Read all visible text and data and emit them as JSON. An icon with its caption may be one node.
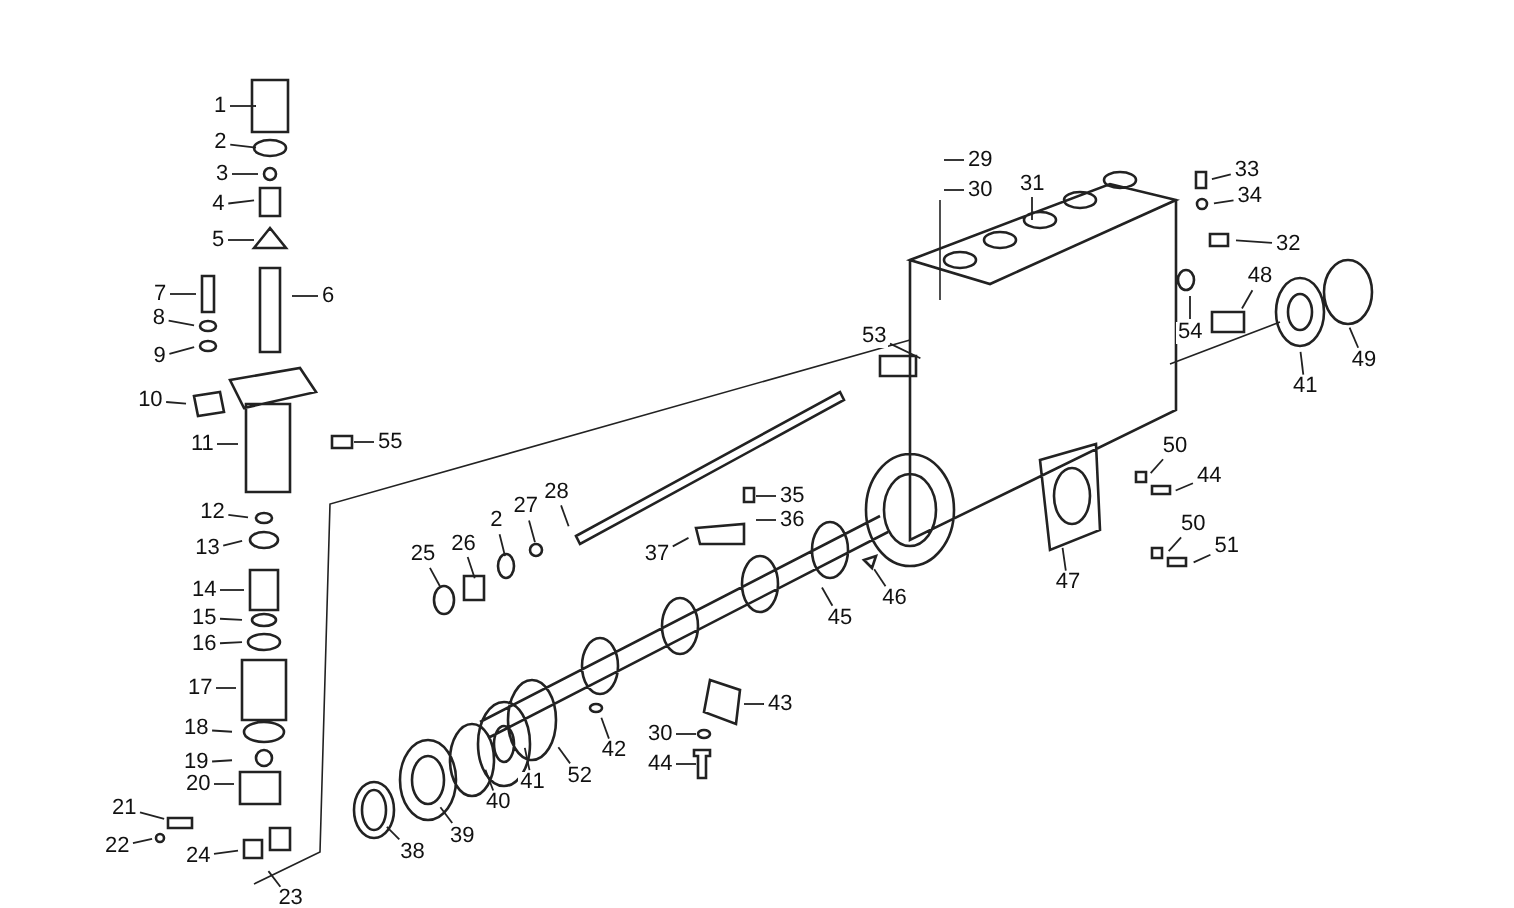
{
  "diagram": {
    "nodes": [
      {
        "text": [
          "1"
        ]
      },
      {
        "text": [
          "2"
        ]
      },
      {
        "text": [
          "3"
        ]
      },
      {
        "text": [
          "4"
        ]
      },
      {
        "text": [
          "5"
        ]
      },
      {
        "text": [
          "6"
        ]
      },
      {
        "text": [
          "7"
        ]
      },
      {
        "text": [
          "8"
        ]
      },
      {
        "text": [
          "9"
        ]
      },
      {
        "text": [
          "10"
        ]
      },
      {
        "text": [
          "11"
        ]
      },
      {
        "text": [
          "55"
        ]
      },
      {
        "text": [
          "12"
        ]
      },
      {
        "text": [
          "13"
        ]
      },
      {
        "text": [
          "14"
        ]
      },
      {
        "text": [
          "15"
        ]
      },
      {
        "text": [
          "16"
        ]
      },
      {
        "text": [
          "17"
        ]
      },
      {
        "text": [
          "18"
        ]
      },
      {
        "text": [
          "19"
        ]
      },
      {
        "text": [
          "20"
        ]
      },
      {
        "text": [
          "21"
        ]
      },
      {
        "text": [
          "22"
        ]
      },
      {
        "text": [
          "24"
        ]
      },
      {
        "text": [
          "23"
        ]
      },
      {
        "text": [
          "29"
        ]
      },
      {
        "text": [
          "30"
        ]
      },
      {
        "text": [
          "31"
        ]
      },
      {
        "text": [
          "33"
        ]
      },
      {
        "text": [
          "34"
        ]
      },
      {
        "text": [
          "32"
        ]
      },
      {
        "text": [
          "48"
        ]
      },
      {
        "text": [
          "53"
        ]
      },
      {
        "text": [
          "54"
        ]
      },
      {
        "text": [
          "41"
        ]
      },
      {
        "text": [
          "49"
        ]
      },
      {
        "text": [
          "28"
        ]
      },
      {
        "text": [
          "35"
        ]
      },
      {
        "text": [
          "36"
        ]
      },
      {
        "text": [
          "25"
        ]
      },
      {
        "text": [
          "26"
        ]
      },
      {
        "text": [
          "2"
        ]
      },
      {
        "text": [
          "27"
        ]
      },
      {
        "text": [
          "37"
        ]
      },
      {
        "text": [
          "50"
        ]
      },
      {
        "text": [
          "44"
        ]
      },
      {
        "text": [
          "46"
        ]
      },
      {
        "text": [
          "47"
        ]
      },
      {
        "text": [
          "45"
        ]
      },
      {
        "text": [
          "50"
        ]
      },
      {
        "text": [
          "51"
        ]
      },
      {
        "text": [
          "42"
        ]
      },
      {
        "text": [
          "43"
        ]
      },
      {
        "text": [
          "30"
        ]
      },
      {
        "text": [
          "44"
        ]
      },
      {
        "text": [
          "52"
        ]
      },
      {
        "text": [
          "41"
        ]
      },
      {
        "text": [
          "40"
        ]
      },
      {
        "text": [
          "39"
        ]
      },
      {
        "text": [
          "38"
        ]
      }
    ],
    "edges": [
      {
        "from": 0,
        "to": null,
        "arrow": "none"
      },
      {
        "from": 1,
        "to": null,
        "arrow": "none"
      },
      {
        "from": 2,
        "to": null,
        "arrow": "none"
      },
      {
        "from": 3,
        "to": null,
        "arrow": "none"
      },
      {
        "from": 4,
        "to": null,
        "arrow": "none"
      },
      {
        "from": 5,
        "to": null,
        "arrow": "none"
      },
      {
        "from": 6,
        "to": null,
        "arrow": "none"
      },
      {
        "from": 7,
        "to": null,
        "arrow": "none"
      },
      {
        "from": 8,
        "to": null,
        "arrow": "none"
      },
      {
        "from": 9,
        "to": null,
        "arrow": "none"
      },
      {
        "from": 10,
        "to": null,
        "arrow": "none"
      },
      {
        "from": 11,
        "to": null,
        "arrow": "none"
      },
      {
        "from": 12,
        "to": null,
        "arrow": "none"
      },
      {
        "from": 13,
        "to": null,
        "arrow": "none"
      },
      {
        "from": 14,
        "to": null,
        "arrow": "none"
      },
      {
        "from": 15,
        "to": null,
        "arrow": "none"
      },
      {
        "from": 16,
        "to": null,
        "arrow": "none"
      },
      {
        "from": 17,
        "to": null,
        "arrow": "none"
      },
      {
        "from": 18,
        "to": null,
        "arrow": "none"
      },
      {
        "from": 19,
        "to": null,
        "arrow": "none"
      },
      {
        "from": 20,
        "to": null,
        "arrow": "none"
      },
      {
        "from": 21,
        "to": null,
        "arrow": "none"
      },
      {
        "from": 22,
        "to": null,
        "arrow": "none"
      },
      {
        "from": 23,
        "to": null,
        "arrow": "none"
      },
      {
        "from": 24,
        "to": null,
        "arrow": "none"
      },
      {
        "from": 25,
        "to": null,
        "arrow": "none"
      },
      {
        "from": 26,
        "to": null,
        "arrow": "none"
      },
      {
        "from": 27,
        "to": null,
        "arrow": "none"
      },
      {
        "from": 28,
        "to": null,
        "arrow": "none"
      },
      {
        "from": 29,
        "to": null,
        "arrow": "none"
      },
      {
        "from": 30,
        "to": null,
        "arrow": "none"
      },
      {
        "from": 31,
        "to": null,
        "arrow": "none"
      },
      {
        "from": 32,
        "to": null,
        "arrow": "none"
      },
      {
        "from": 33,
        "to": null,
        "arrow": "none"
      },
      {
        "from": 34,
        "to": null,
        "arrow": "none"
      },
      {
        "from": 35,
        "to": null,
        "arrow": "none"
      },
      {
        "from": 36,
        "to": null,
        "arrow": "none"
      },
      {
        "from": 37,
        "to": null,
        "arrow": "none"
      },
      {
        "from": 38,
        "to": null,
        "arrow": "none"
      },
      {
        "from": 39,
        "to": null,
        "arrow": "none"
      },
      {
        "from": 40,
        "to": null,
        "arrow": "none"
      },
      {
        "from": 41,
        "to": null,
        "arrow": "none"
      },
      {
        "from": 42,
        "to": null,
        "arrow": "none"
      },
      {
        "from": 43,
        "to": null,
        "arrow": "none"
      },
      {
        "from": 44,
        "to": null,
        "arrow": "none"
      },
      {
        "from": 45,
        "to": null,
        "arrow": "none"
      },
      {
        "from": 46,
        "to": null,
        "arrow": "none"
      },
      {
        "from": 47,
        "to": null,
        "arrow": "none"
      },
      {
        "from": 48,
        "to": null,
        "arrow": "none"
      },
      {
        "from": 49,
        "to": null,
        "arrow": "none"
      },
      {
        "from": 50,
        "to": null,
        "arrow": "none"
      },
      {
        "from": 51,
        "to": null,
        "arrow": "none"
      },
      {
        "from": 52,
        "to": null,
        "arrow": "none"
      },
      {
        "from": 53,
        "to": null,
        "arrow": "none"
      },
      {
        "from": 54,
        "to": null,
        "arrow": "none"
      },
      {
        "from": 55,
        "to": null,
        "arrow": "none"
      },
      {
        "from": 56,
        "to": null,
        "arrow": "none"
      },
      {
        "from": 57,
        "to": null,
        "arrow": "none"
      },
      {
        "from": 58,
        "to": null,
        "arrow": "none"
      },
      {
        "from": 59,
        "to": null,
        "arrow": "none"
      }
    ]
  }
}
